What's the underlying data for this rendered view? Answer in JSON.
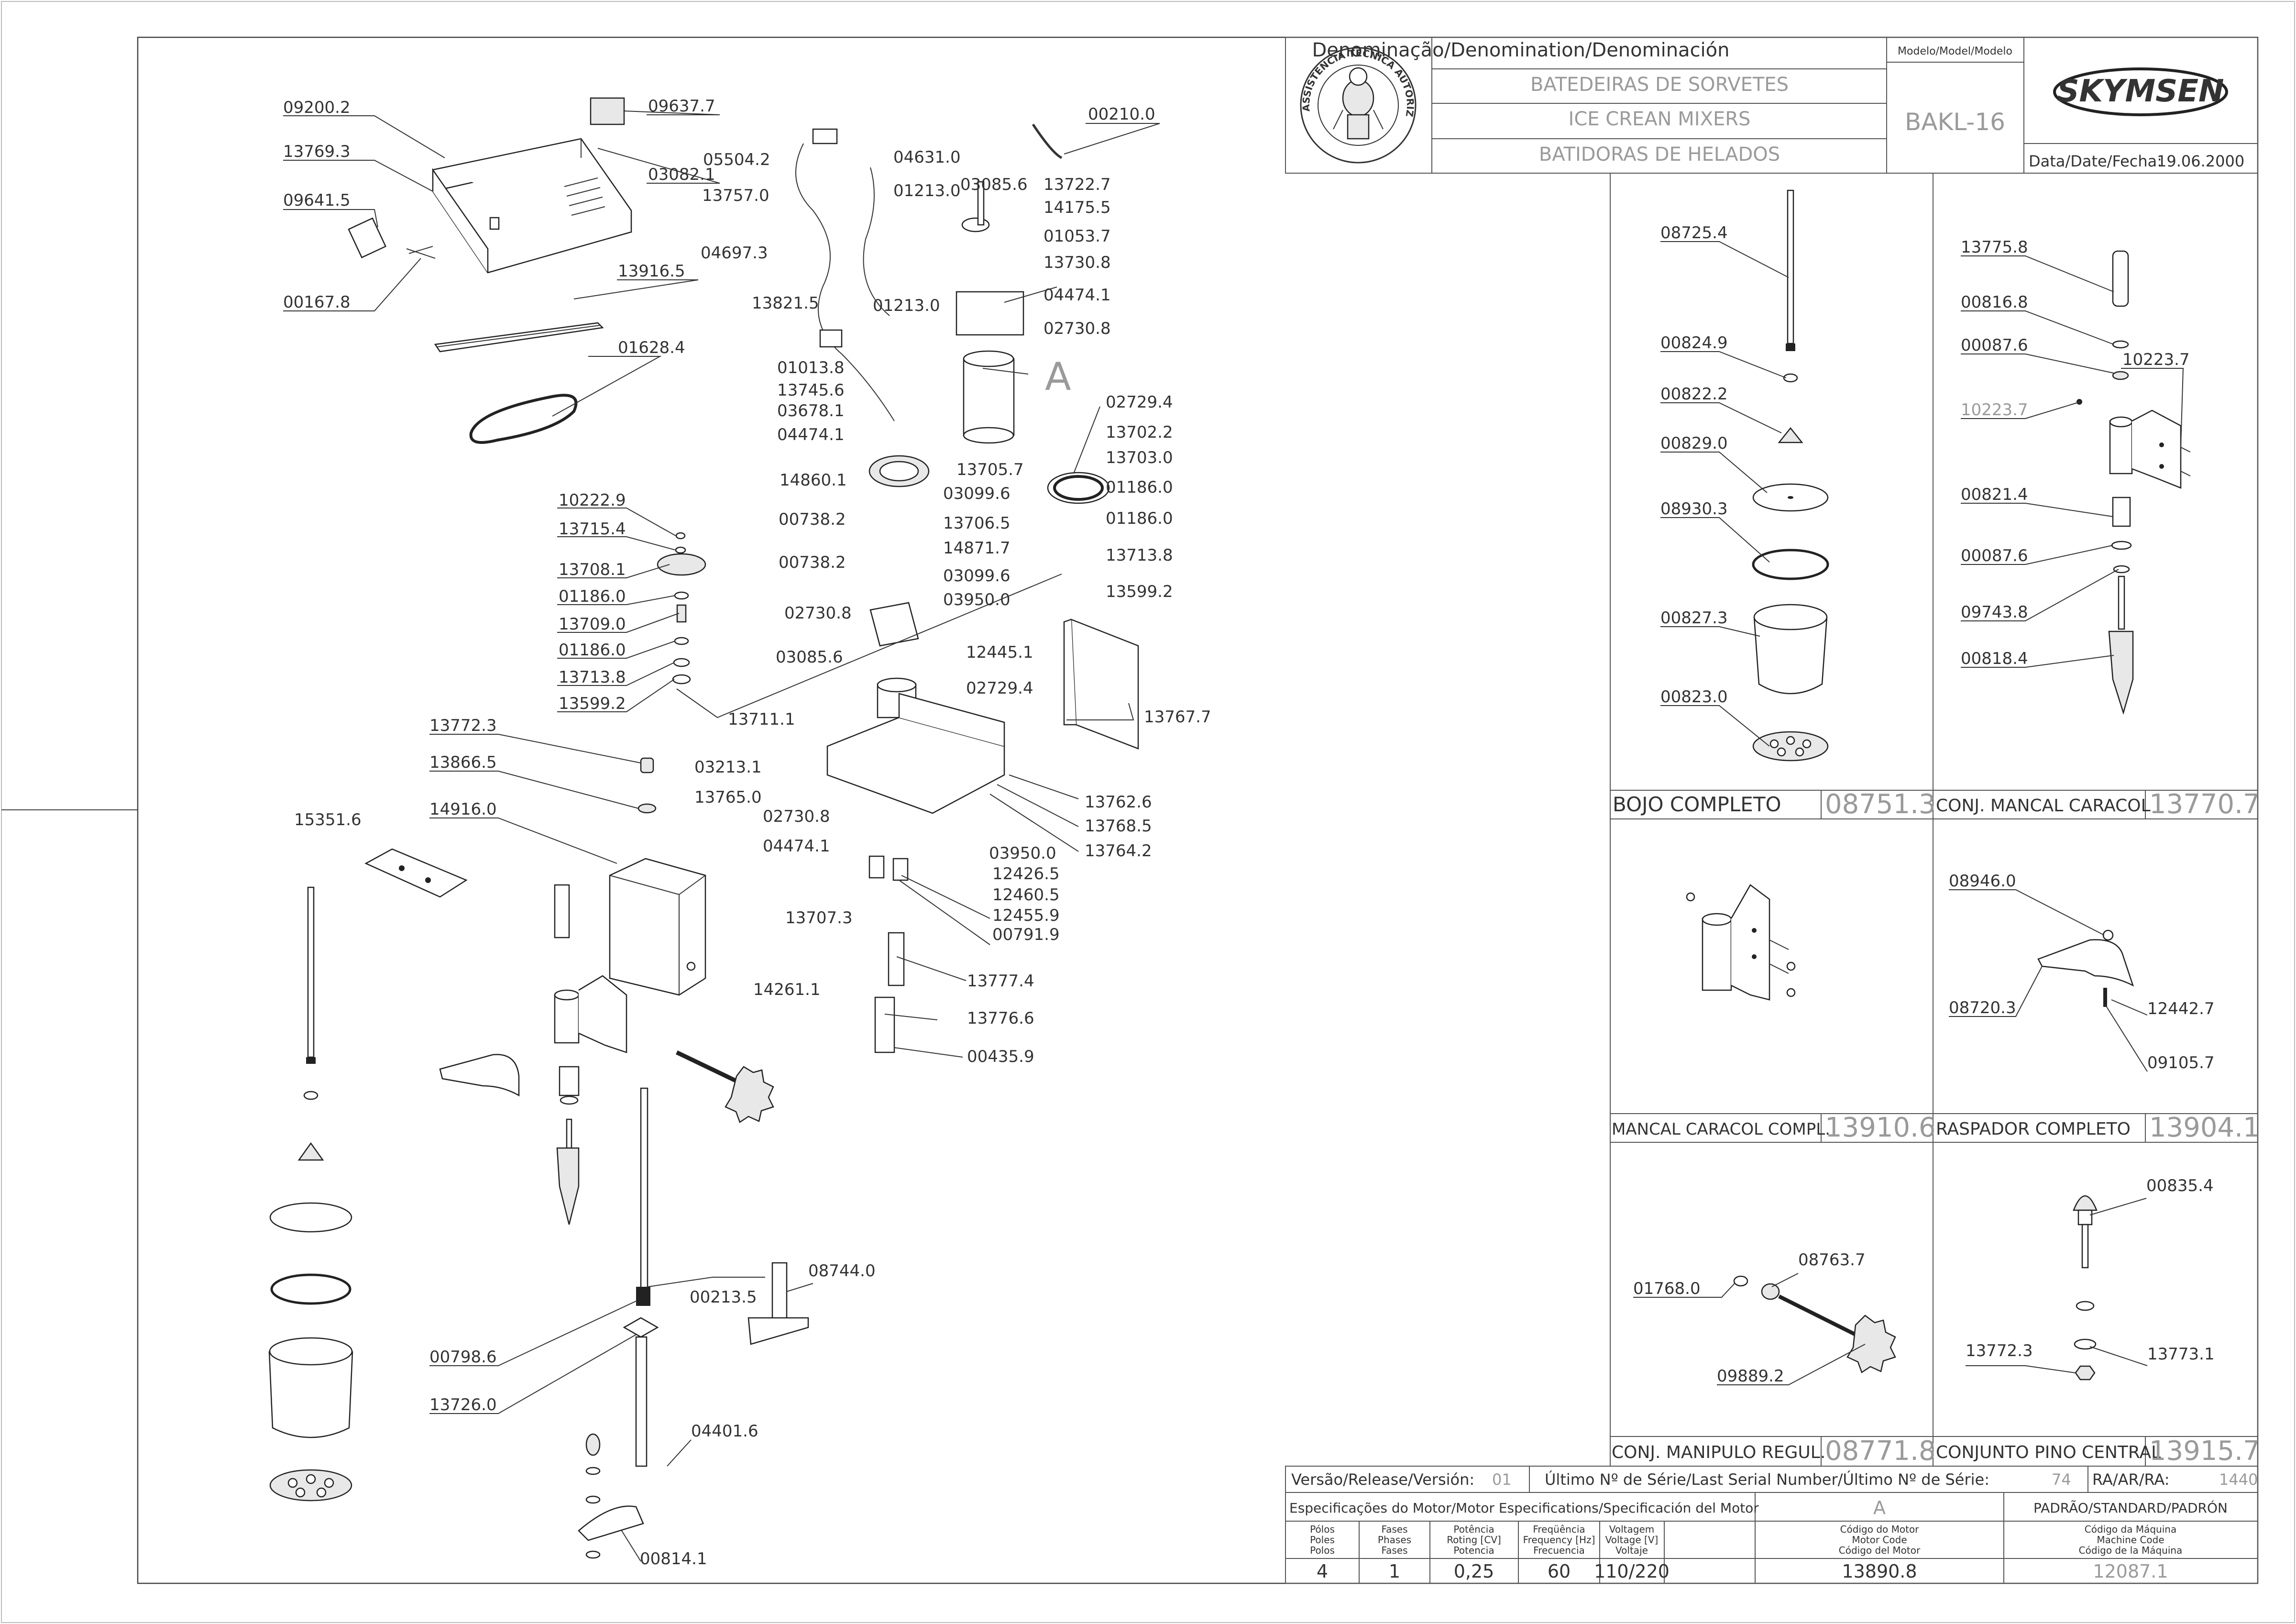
{
  "header": {
    "denomination_label": "Denominação/Denomination/Denominación",
    "model_label": "Modelo/Model/Modelo",
    "name_pt": "BATEDEIRAS DE SORVETES",
    "name_en": "ICE CREAN MIXERS",
    "name_es": "BATIDORAS DE HELADOS",
    "model": "BAKL-16",
    "brand": "SKYMSEN",
    "date_label": "Data/Date/Fecha:",
    "date": "19.06.2000",
    "seal_text": "ASSISTÊNCIA TÉCNICA AUTORIZADA"
  },
  "main_labels": [
    "09200.2",
    "13769.3",
    "09641.5",
    "00167.8",
    "09637.7",
    "03082.1",
    "13916.5",
    "01628.4",
    "05504.2",
    "13757.0",
    "04697.3",
    "13821.5",
    "04631.0",
    "01213.0",
    "03085.6",
    "13722.7",
    "14175.5",
    "01053.7",
    "13730.8",
    "04474.1",
    "02730.8",
    "00210.0",
    "01213.0",
    "01013.8",
    "13745.6",
    "03678.1",
    "04474.1",
    "13705.7",
    "14860.1",
    "03099.6",
    "00738.2",
    "13706.5",
    "14871.7",
    "00738.2",
    "03099.6",
    "03950.0",
    "02730.8",
    "03085.6",
    "12445.1",
    "13711.1",
    "02729.4",
    "02729.4",
    "13702.2",
    "13703.0",
    "01186.0",
    "01186.0",
    "13713.8",
    "13599.2",
    "13767.7",
    "10222.9",
    "13715.4",
    "13708.1",
    "01186.0",
    "13709.0",
    "01186.0",
    "13713.8",
    "13599.2",
    "13772.3",
    "13866.5",
    "03213.1",
    "13765.0",
    "14916.0",
    "02730.8",
    "04474.1",
    "15351.6",
    "13762.6",
    "13768.5",
    "13764.2",
    "03950.0",
    "12426.5",
    "12460.5",
    "12455.9",
    "00791.9",
    "13707.3",
    "13777.4",
    "14261.1",
    "13776.6",
    "00435.9",
    "00213.5",
    "08744.0",
    "00798.6",
    "13726.0",
    "04401.6",
    "00814.1"
  ],
  "callout_A": "A",
  "panels": {
    "bojo": {
      "title": "BOJO COMPLETO",
      "code": "08751.3",
      "labels": [
        "08725.4",
        "00824.9",
        "00822.2",
        "00829.0",
        "08930.3",
        "00827.3",
        "00823.0"
      ]
    },
    "mancal_conj": {
      "title": "CONJ. MANCAL CARACOL",
      "code": "13770.7",
      "labels": [
        "13775.8",
        "00816.8",
        "00087.6",
        "10223.7",
        "10223.7",
        "00821.4",
        "00087.6",
        "09743.8",
        "00818.4"
      ]
    },
    "mancal_compl": {
      "title": "MANCAL CARACOL COMPL.",
      "code": "13910.6"
    },
    "raspador": {
      "title": "RASPADOR COMPLETO",
      "code": "13904.1",
      "labels": [
        "08946.0",
        "08720.3",
        "12442.7",
        "09105.7"
      ]
    },
    "manipulo": {
      "title": "CONJ. MANIPULO REGUL.",
      "code": "08771.8",
      "labels": [
        "01768.0",
        "08763.7",
        "09889.2"
      ]
    },
    "pino": {
      "title": "CONJUNTO PINO CENTRAL",
      "code": "13915.7",
      "labels": [
        "00835.4",
        "13772.3",
        "13773.1"
      ]
    }
  },
  "footer": {
    "version_label": "Versão/Release/Versión:",
    "version": "01",
    "serial_label": "Último Nº de Série/Last Serial Number/Último Nº de Série:",
    "serial": "74",
    "ra_label": "RA/AR/RA:",
    "ra": "1440",
    "motor_spec_label": "Especificações do Motor/Motor Especifications/Specificación del Motor",
    "motor_letter": "A",
    "standard_label": "PADRÃO/STANDARD/PADRÓN",
    "col_polos": [
      "Pólos",
      "Poles",
      "Polos"
    ],
    "col_fases": [
      "Fases",
      "Phases",
      "Fases"
    ],
    "col_potencia": [
      "Potência",
      "Roting [CV]",
      "Potencia"
    ],
    "col_freq": [
      "Freqüência",
      "Frequency [Hz]",
      "Frecuencia"
    ],
    "col_volt": [
      "Voltagem",
      "Voltage [V]",
      "Voltaje"
    ],
    "col_motor_code": [
      "Código do Motor",
      "Motor Code",
      "Código del Motor"
    ],
    "col_machine_code": [
      "Código da Máquina",
      "Machine Code",
      "Código de la Máquina"
    ],
    "polos": "4",
    "fases": "1",
    "potencia": "0,25",
    "freq": "60",
    "volt": "110/220",
    "motor_code": "13890.8",
    "machine_code": "12087.1"
  }
}
